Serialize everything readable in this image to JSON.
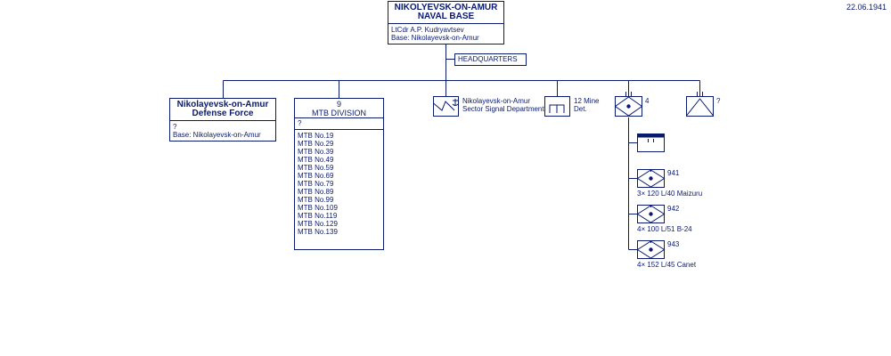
{
  "date": "22.06.1941",
  "root": {
    "title_line1": "NIKOLYEVSK-ON-AMUR",
    "title_line2": "NAVAL BASE",
    "commander": "LtCdr  A.P. Kudryavtsev",
    "base": "Base:  Nikolayevsk-on-Amur"
  },
  "headquarters_label": "HEADQUARTERS",
  "defense_force": {
    "title_line1": "Nikolayevsk-on-Amur",
    "title_line2": "Defense Force",
    "commander": "?",
    "base": "Base:  Nikolayevsk-on-Amur"
  },
  "mtb_division": {
    "number": "9",
    "title": "MTB DIVISION",
    "commander": "?",
    "boats": [
      "MTB  No.19",
      "MTB  No.29",
      "MTB  No.39",
      "MTB  No.49",
      "MTB  No.59",
      "MTB  No.69",
      "MTB  No.79",
      "MTB  No.89",
      "MTB  No.99",
      "MTB  No.109",
      "MTB  No.119",
      "MTB  No.129",
      "MTB  No.139"
    ]
  },
  "signal_dept": {
    "line1": "Nikolayevsk-on-Amur",
    "line2": "Sector Signal Department"
  },
  "mine_det": {
    "line1": "12 Mine",
    "line2": "Det."
  },
  "artillery_group": {
    "number": "4",
    "batteries": [
      {
        "number": "941",
        "guns": "3×  120  L/40  Maizuru"
      },
      {
        "number": "942",
        "guns": "4×  100  L/51  B-24"
      },
      {
        "number": "943",
        "guns": "4×  152  L/45  Canet"
      }
    ]
  },
  "aa_unit": {
    "label": "?"
  },
  "icons": [
    "anchor-icon",
    "signal-unit-icon",
    "mine-unit-icon",
    "coastal-artillery-icon",
    "anti-aircraft-icon",
    "hq-flag-icon"
  ],
  "colors": {
    "ink": "#0a1a6e",
    "background": "#ffffff"
  }
}
